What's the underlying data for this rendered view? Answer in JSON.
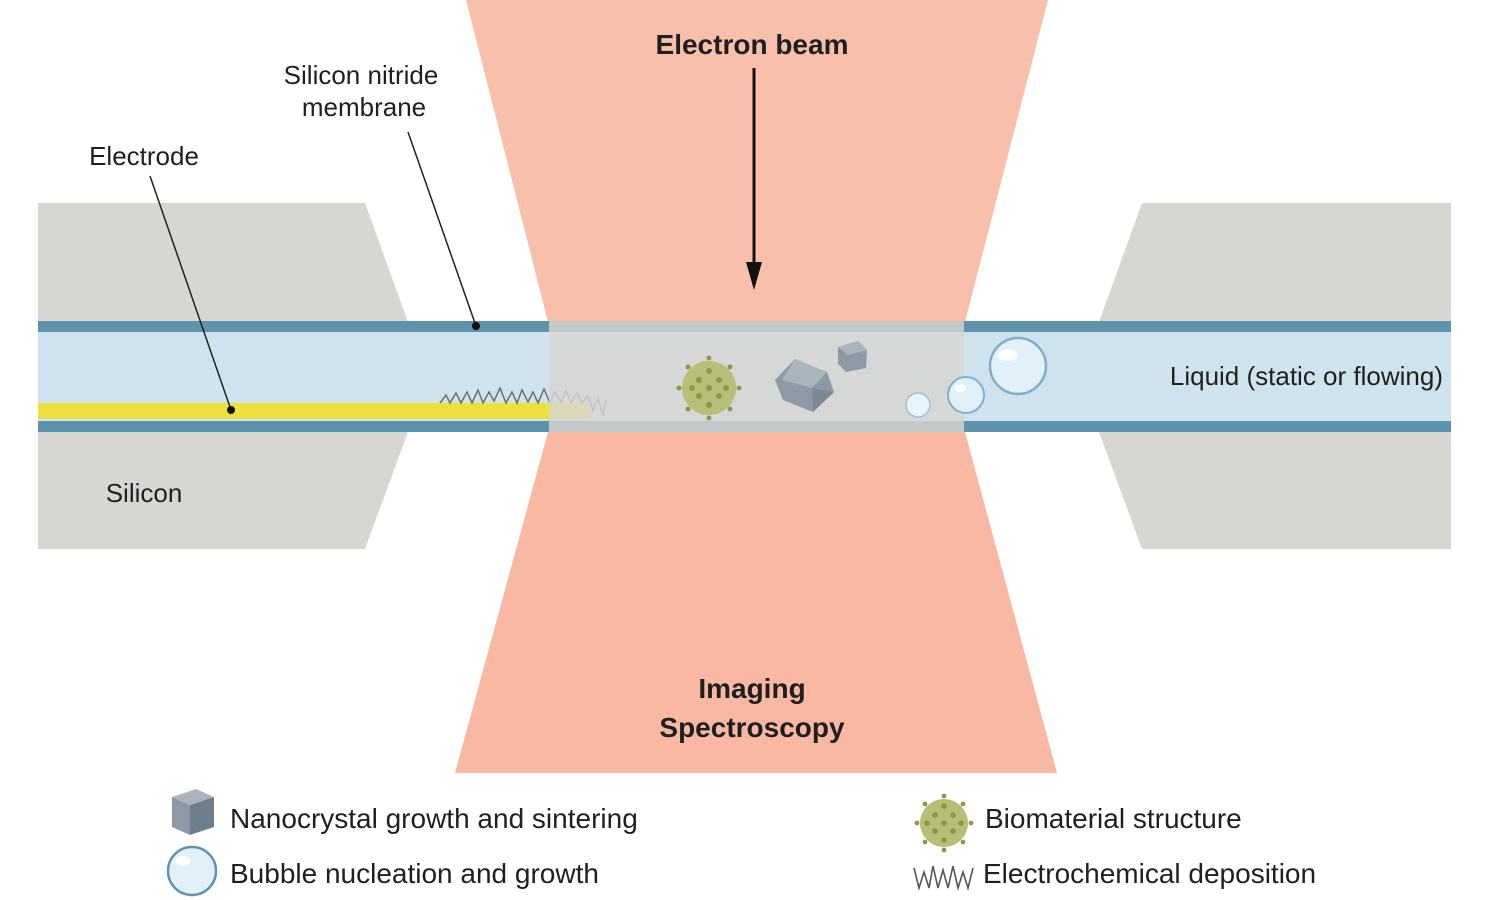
{
  "labels": {
    "electron_beam": "Electron beam",
    "silicon_nitride_line1": "Silicon nitride",
    "silicon_nitride_line2": "membrane",
    "electrode": "Electrode",
    "liquid": "Liquid (static or flowing)",
    "silicon": "Silicon",
    "imaging": "Imaging",
    "spectroscopy": "Spectroscopy"
  },
  "legend": {
    "nanocrystal": "Nanocrystal growth and sintering",
    "bubble": "Bubble nucleation and growth",
    "biomaterial": "Biomaterial structure",
    "electrochemical": "Electrochemical deposition"
  },
  "icons": {
    "nanocrystal": "cube-icon",
    "bubble": "bubble-icon",
    "biomaterial": "virus-particle-icon",
    "electrochemical": "zigzag-deposit-icon"
  },
  "colors": {
    "beam": "#f8c0aa",
    "beam_lower": "#f8b8a4",
    "silicon": "#d6d6d3",
    "liquid": "#cfe3ee",
    "membrane": "#5e93ad",
    "electrode": "#eee03c",
    "window": "#d7d5d2",
    "bio": "#b8bd78",
    "bio_dot": "#8a9a4a",
    "cube": "#8d9aa5"
  }
}
